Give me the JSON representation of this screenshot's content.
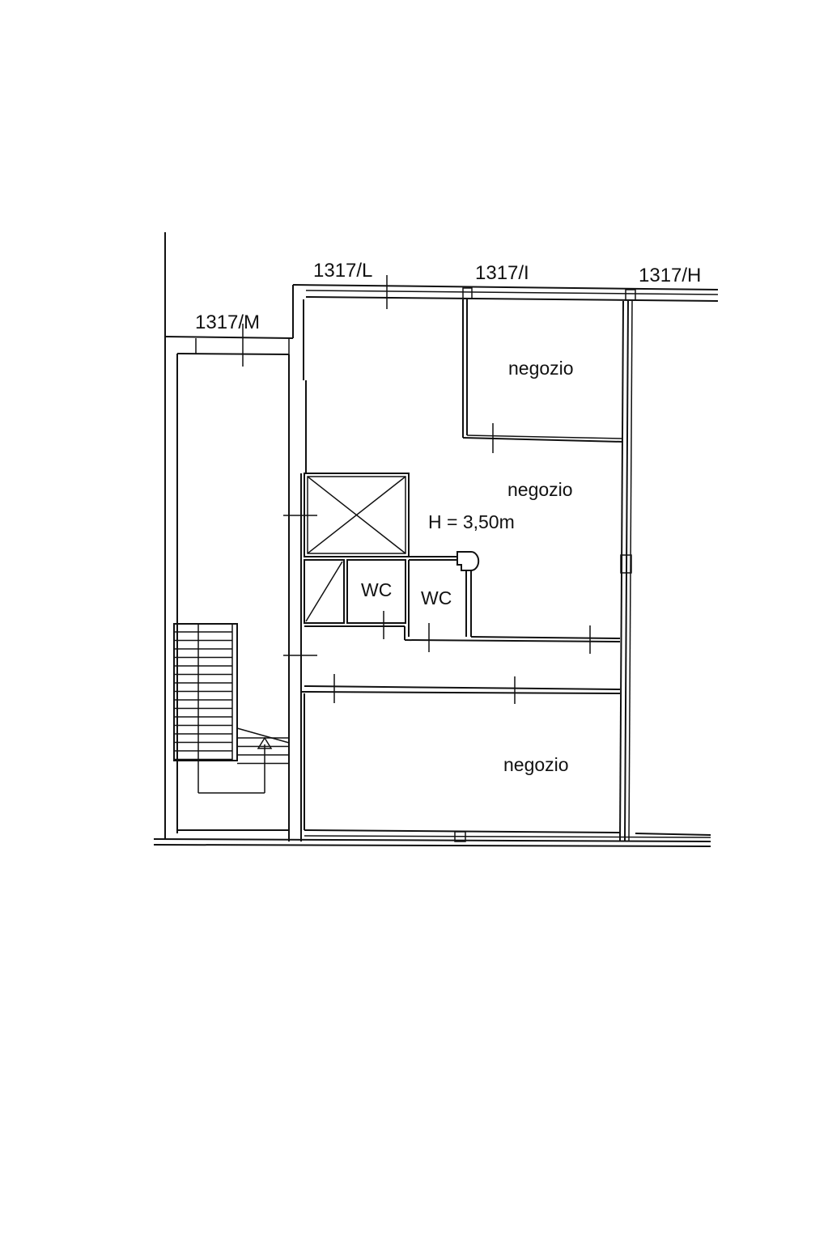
{
  "parcels": [
    "1317/M",
    "1317/L",
    "1317/I",
    "1317/H"
  ],
  "rooms": {
    "shop_top": "negozio",
    "shop_middle": "negozio",
    "shop_bottom": "negozio",
    "wc_left": "WC",
    "wc_right": "WC"
  },
  "height_note": "H = 3,50m",
  "colors": {
    "line": "#111111",
    "background": "#ffffff"
  }
}
